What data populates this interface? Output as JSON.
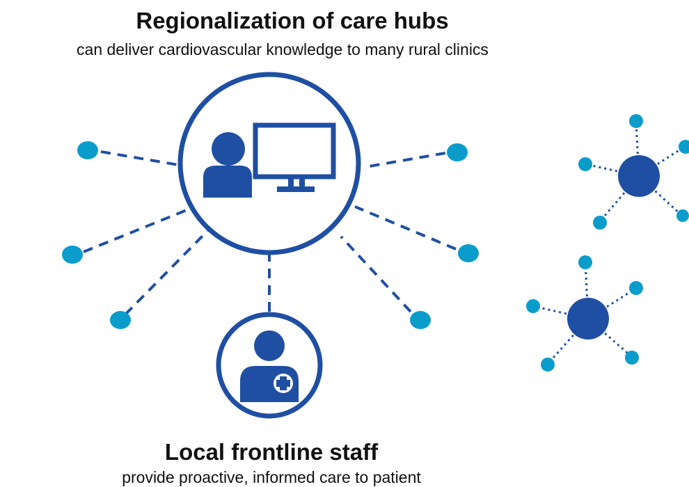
{
  "header": {
    "title": "Regionalization of care hubs",
    "subtitle": "can deliver cardiovascular knowledge to many rural clinics"
  },
  "footer": {
    "title": "Local frontline staff",
    "subtitle": "provide proactive, informed care to patient"
  },
  "colors": {
    "primary": "#1f4fa3",
    "accent": "#0a9ccb",
    "hub_fill": "#1f4fa3",
    "text": "#111111"
  },
  "icons": {
    "hub": "person-with-monitor-icon",
    "frontline": "medical-staff-icon"
  }
}
